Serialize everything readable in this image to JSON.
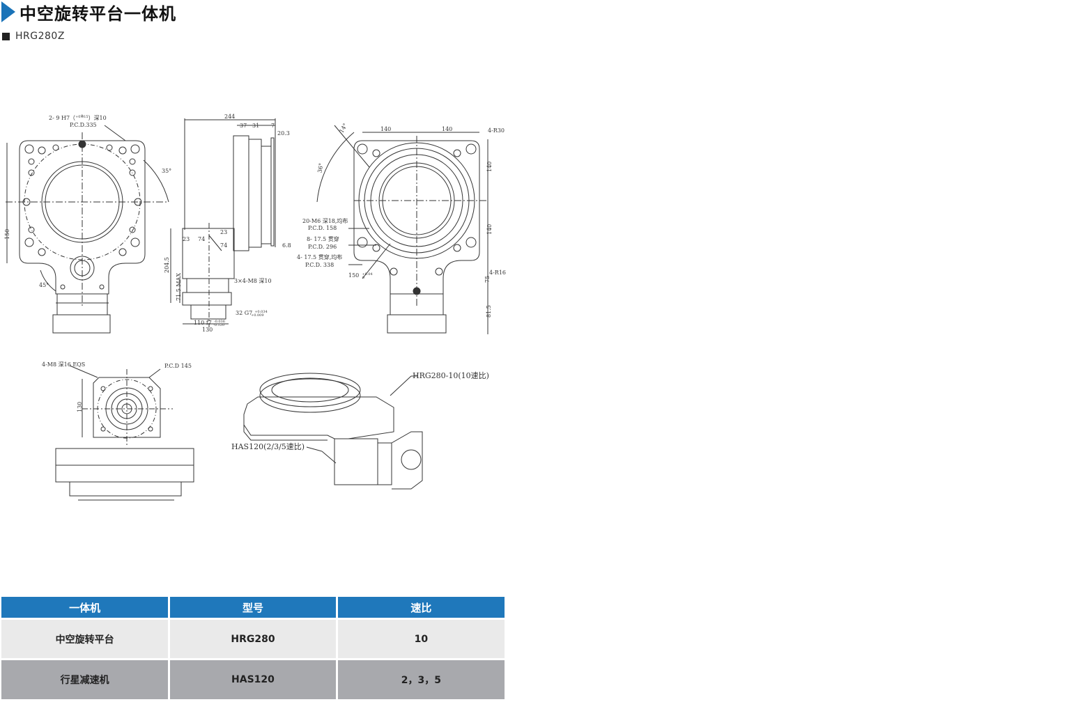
{
  "header": {
    "title": "中空旋转平台一体机",
    "model": "HRG280Z"
  },
  "drawing": {
    "front_view": {
      "hole_note_1": "2-  9 H7（",
      "hole_tol": "+0.015",
      "hole_tol_low": "0",
      "hole_note_2": "）深10",
      "pcd": "P.C.D.335",
      "angle_35": "35°",
      "dim_150": "150",
      "angle_45": "45°"
    },
    "side_view": {
      "dim_244": "244",
      "dim_37": "37",
      "dim_31": "31",
      "dim_7": "7",
      "dim_20_3": "20.3",
      "dim_6_8": "6.8",
      "dim_74a": "74",
      "dim_74b": "74",
      "dim_23a": "23",
      "dim_23b": "23",
      "dim_204_5": "204.5",
      "dim_71_5max": "71.5 MAX",
      "screw": "3×4-M8 深10",
      "shaft_1": "110 f7",
      "shaft_1_tol": "-0.036",
      "shaft_1_tol_b": "-0.120",
      "shaft_2": "32 G7",
      "shaft_2_tol": "+0.034",
      "shaft_2_tol_b": "+0.009",
      "dim_130": "130"
    },
    "top_view": {
      "angle_14": "14°",
      "angle_36": "36°",
      "dim_140a": "140",
      "dim_140b": "140",
      "r30": "4-R30",
      "dim_140c": "140",
      "dim_140d": "140",
      "note_1a": "20-M6 深18,均布",
      "note_1b": "P.C.D.    158",
      "note_2a": "8-   17.5 贯穿",
      "note_2b": "P.C.D.    296",
      "note_3a": "4-   17.5 贯穿,均布",
      "note_3b": "P.C.D.    338",
      "dim_150": "150",
      "dim_150_tol": "+0.04",
      "dim_150_tol_b": "0",
      "r16": "4-R16",
      "dim_75": "75",
      "dim_81_5": "81.5"
    },
    "reducer_view": {
      "note_m8": "4-M8 深16 EQS",
      "pcd": "P.C.D     145",
      "dim_130": "130"
    },
    "iso_view": {
      "label_top": "HRG280-10(10速比)",
      "label_bottom": "HAS120(2/3/5速比)"
    }
  },
  "table": {
    "headers": [
      "一体机",
      "型号",
      "速比"
    ],
    "rows": [
      [
        "中空旋转平台",
        "HRG280",
        "10"
      ],
      [
        "行星减速机",
        "HAS120",
        "2，3，5"
      ]
    ]
  },
  "colors": {
    "accent": "#1f78bb",
    "row_light": "#eaeaea",
    "row_dark": "#a8a9ad"
  }
}
